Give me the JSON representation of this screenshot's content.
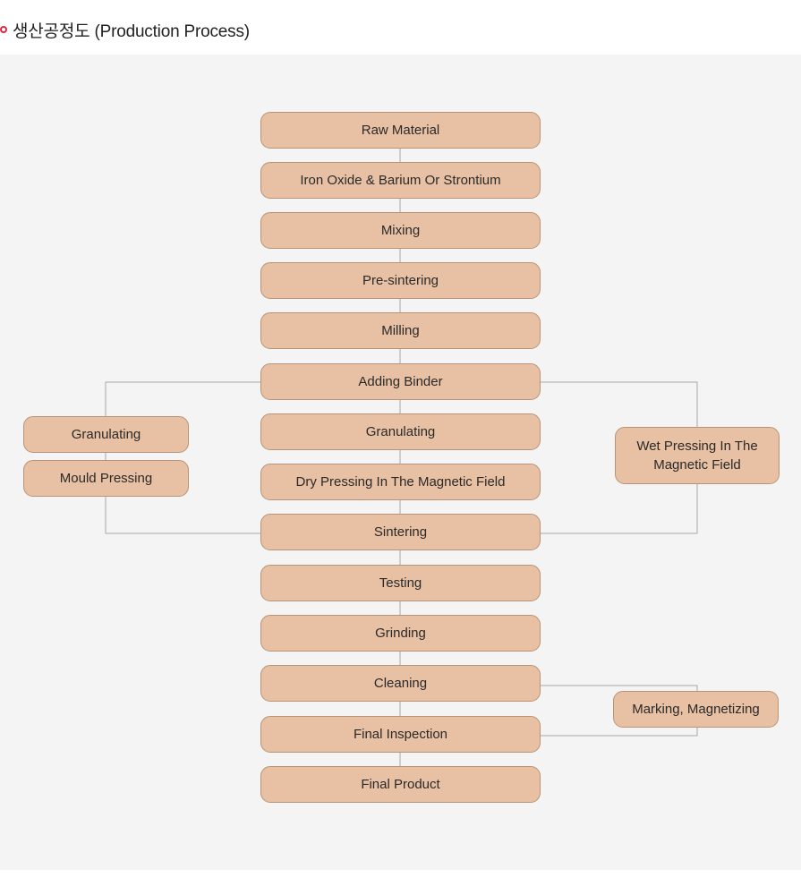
{
  "header": {
    "title": "생산공정도 (Production Process)"
  },
  "diagram": {
    "main_steps": [
      "Raw Material",
      "Iron Oxide & Barium Or Strontium",
      "Mixing",
      "Pre-sintering",
      "Milling",
      "Adding Binder",
      "Granulating",
      "Dry Pressing In The Magnetic Field",
      "Sintering",
      "Testing",
      "Grinding",
      "Cleaning",
      "Final Inspection",
      "Final Product"
    ],
    "left_branch": [
      "Granulating",
      "Mould Pressing"
    ],
    "right_branch": [
      "Wet Pressing In The Magnetic Field"
    ],
    "side_step": "Marking, Magnetizing"
  }
}
